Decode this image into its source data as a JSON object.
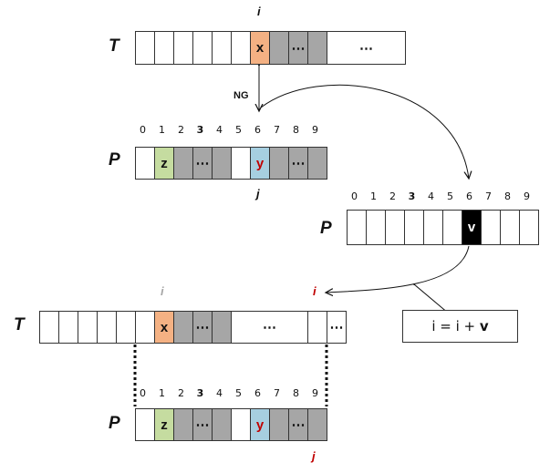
{
  "colors": {
    "orange": "#f4b183",
    "green": "#c5dca0",
    "blue": "#a6cfe0",
    "gray": "#a6a6a6",
    "black": "#000000",
    "red": "#c00000",
    "faded": "#a6a6a6"
  },
  "labels": {
    "T": "T",
    "P": "P",
    "i": "i",
    "j": "j",
    "ng": "NG",
    "formula_prefix": "i = i + ",
    "formula_var": "v"
  },
  "indices": [
    "0",
    "1",
    "2",
    "3",
    "4",
    "5",
    "6",
    "7",
    "8",
    "9"
  ],
  "top_text": {
    "cells": [
      "",
      "",
      "",
      "",
      "",
      "",
      "x",
      "",
      "⋯",
      "",
      "⋯"
    ],
    "fills": [
      "white",
      "white",
      "white",
      "white",
      "white",
      "white",
      "orange",
      "gray",
      "gray",
      "gray",
      "white"
    ]
  },
  "top_pattern": {
    "cells": [
      "",
      "z",
      "",
      "⋯",
      "",
      "",
      "y",
      "",
      "⋯",
      ""
    ],
    "fills": [
      "white",
      "green",
      "gray",
      "gray",
      "gray",
      "white",
      "blue",
      "gray",
      "gray",
      "gray"
    ]
  },
  "shift_table": {
    "cells": [
      "",
      "",
      "",
      "",
      "",
      "",
      "v",
      "",
      "",
      ""
    ],
    "fills": [
      "white",
      "white",
      "white",
      "white",
      "white",
      "white",
      "black",
      "white",
      "white",
      "white"
    ]
  },
  "bottom_text": {
    "cells": [
      "",
      "",
      "",
      "",
      "",
      "",
      "x",
      "",
      "⋯",
      "",
      "⋯",
      "",
      "⋯"
    ],
    "fills": [
      "white",
      "white",
      "white",
      "white",
      "white",
      "white",
      "orange",
      "gray",
      "gray",
      "gray",
      "white",
      "white",
      "white"
    ]
  },
  "bottom_pattern": {
    "cells": [
      "",
      "z",
      "",
      "⋯",
      "",
      "",
      "y",
      "",
      "⋯",
      ""
    ],
    "fills": [
      "white",
      "green",
      "gray",
      "gray",
      "gray",
      "white",
      "blue",
      "gray",
      "gray",
      "gray"
    ]
  }
}
